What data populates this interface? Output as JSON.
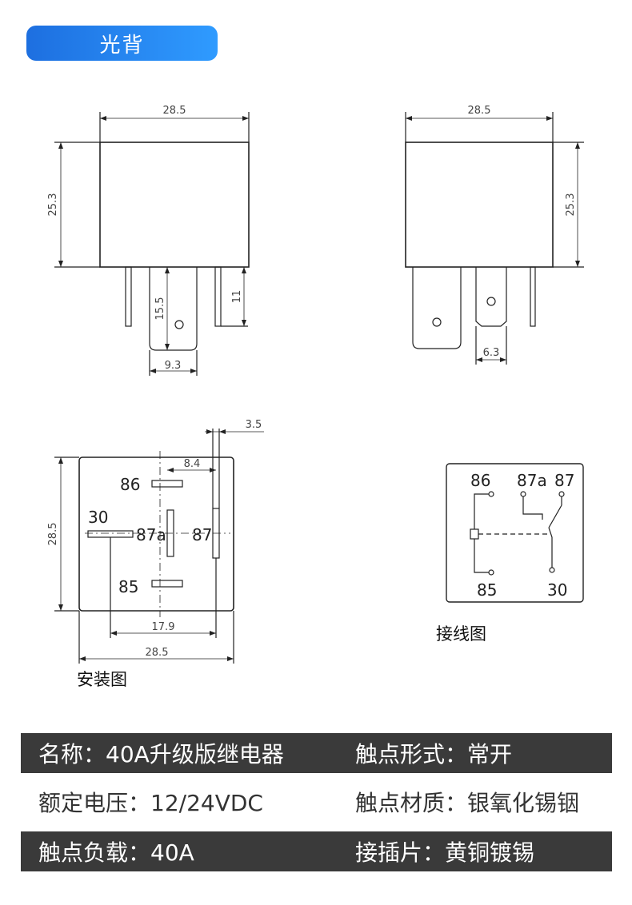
{
  "header": {
    "title": "光背"
  },
  "front_view": {
    "width": "28.5",
    "height": "25.3",
    "pin_length": "15.5",
    "pin_offset": "11",
    "pin_width": "9.3"
  },
  "side_view": {
    "width": "28.5",
    "height": "25.3",
    "pin_width": "6.3"
  },
  "mounting": {
    "caption": "安装图",
    "dims": {
      "offset": "3.5",
      "spacing": "8.4",
      "height": "28.5",
      "inner_width": "17.9",
      "outer_width": "28.5"
    },
    "pins": [
      "86",
      "30",
      "87a",
      "87",
      "85"
    ]
  },
  "wiring": {
    "caption": "接线图",
    "pins": {
      "p86": "86",
      "p87a": "87a",
      "p87": "87",
      "p85": "85",
      "p30": "30"
    }
  },
  "specs": [
    {
      "left": "名称：40A升级版继电器",
      "right": "触点形式：常开"
    },
    {
      "left": "额定电压：12/24VDC",
      "right": "触点材质：银氧化锡铟"
    },
    {
      "left": "触点负载：40A",
      "right": "接插片：黄铜镀锡"
    }
  ]
}
